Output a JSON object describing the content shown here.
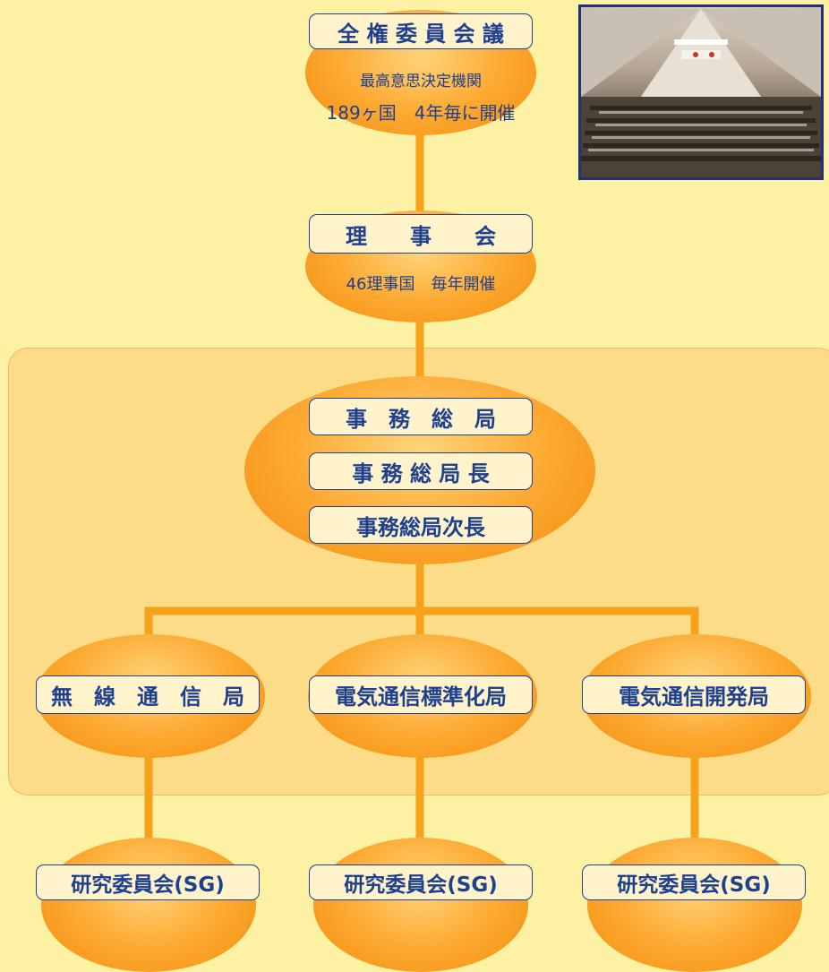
{
  "plenipotentiary": {
    "title": "全 権 委 員 会 議",
    "description": "最高意思決定機関",
    "detail": "189ヶ国　4年毎に開催"
  },
  "council": {
    "title": "理　　事　　会",
    "detail": "46理事国　毎年開催"
  },
  "secretariat": {
    "general_secretariat": "事　務　総　局",
    "secretary_general": "事 務 総 局 長",
    "deputy_secretary_general": "事務総局次長"
  },
  "sectors": [
    {
      "title": "無　線　通　信　局",
      "study_group": "研究委員会(SG)"
    },
    {
      "title": "電気通信標準化局",
      "study_group": "研究委員会(SG)"
    },
    {
      "title": "電気通信開発局",
      "study_group": "研究委員会(SG)"
    }
  ],
  "colors": {
    "background": "#fdf2a4",
    "connector": "#f7a21b",
    "label_border": "#1f3f8f",
    "text": "#1f3f8f"
  }
}
